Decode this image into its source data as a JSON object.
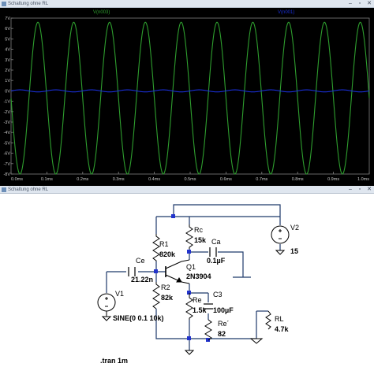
{
  "waveform_window": {
    "title": "Schaltung ohne RL",
    "minimize": "–",
    "maximize": "▫",
    "close": "✕"
  },
  "schematic_window": {
    "title": "Schaltung ohne RL",
    "minimize": "–",
    "maximize": "▫",
    "close": "✕"
  },
  "plot": {
    "trace_v_out": "V(n003)",
    "trace_v_in": "V(n001)",
    "colors": {
      "background": "#000000",
      "v_out": "#2e9e2e",
      "v_in": "#1a2fd8",
      "axis_text": "#c8c8c8"
    }
  },
  "chart_data": {
    "type": "line",
    "x_unit": "ms",
    "xlim": [
      0.0,
      1.0
    ],
    "ylim": [
      -8,
      7
    ],
    "x_ticks": [
      "0.0ms",
      "0.1ms",
      "0.2ms",
      "0.3ms",
      "0.4ms",
      "0.5ms",
      "0.6ms",
      "0.7ms",
      "0.8ms",
      "0.9ms",
      "1.0ms"
    ],
    "y_ticks": [
      "7V",
      "6V",
      "5V",
      "4V",
      "3V",
      "2V",
      "1V",
      "0V",
      "-1V",
      "-2V",
      "-3V",
      "-4V",
      "-5V",
      "-6V",
      "-7V",
      "-8V"
    ],
    "series": [
      {
        "name": "V(n003)",
        "frequency_khz": 10,
        "offset_v": -0.7,
        "amplitude_v": 7.3,
        "phase": "inverted"
      },
      {
        "name": "V(n001)",
        "frequency_khz": 10,
        "offset_v": 0,
        "amplitude_v": 0.1,
        "phase": "normal"
      }
    ]
  },
  "schematic": {
    "components": {
      "r1_name": "R1",
      "r1_value": "820k",
      "rc_name": "Rc",
      "rc_value": "15k",
      "ca_name": "Ca",
      "ca_value": "0.1µF",
      "ce_name": "Ce",
      "ce_value": "21.22n",
      "q1_name": "Q1",
      "q1_model": "2N3904",
      "r2_name": "R2",
      "r2_value": "82k",
      "c3_name": "C3",
      "c3_value": "100µF",
      "re_name": "Re",
      "re_value": "1.5k",
      "re2_name": "Re´",
      "re2_value": "82",
      "rl_name": "RL",
      "rl_value": "4.7k",
      "v1_name": "V1",
      "v1_value": "SINE(0 0.1 10k)",
      "v2_name": "V2",
      "v2_value": "15"
    },
    "directive": ".tran 1m",
    "colors": {
      "background": "#ffffff",
      "wire": "#1f3a6b",
      "component": "#000000",
      "junction": "#2233cc"
    }
  }
}
